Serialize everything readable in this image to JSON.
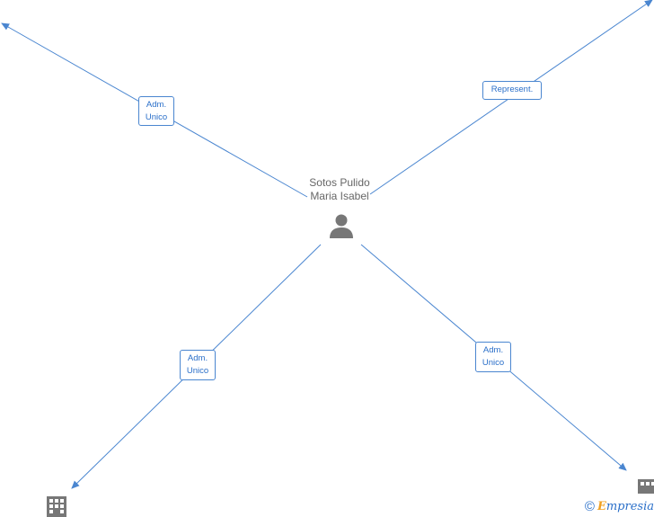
{
  "center": {
    "name_line1": "Sotos Pulido",
    "name_line2": "Maria Isabel"
  },
  "edges": [
    {
      "label_line1": "Adm.",
      "label_line2": "Unico"
    },
    {
      "label_line1": "Represent.",
      "label_line2": ""
    },
    {
      "label_line1": "Adm.",
      "label_line2": "Unico"
    },
    {
      "label_line1": "Adm.",
      "label_line2": "Unico"
    }
  ],
  "footer": {
    "copyright_symbol": "©",
    "brand_first": "E",
    "brand_rest": "mpresia"
  },
  "colors": {
    "edge": "#4a86d0",
    "node_icon": "#777777",
    "label_text": "#2a6fc9"
  }
}
